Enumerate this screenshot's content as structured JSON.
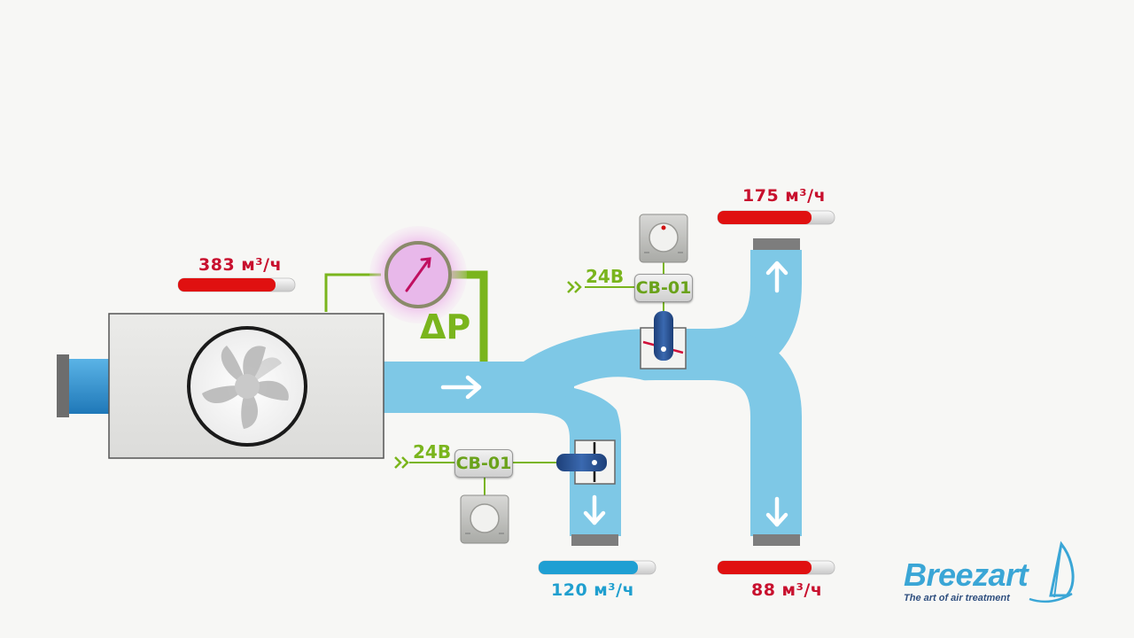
{
  "diagram": {
    "flows": {
      "main": {
        "value": "383 м³/ч",
        "level": 0.83,
        "color": "#e01010"
      },
      "top_branch": {
        "value": "175 м³/ч",
        "level": 0.8,
        "color": "#e01010"
      },
      "bottom_right": {
        "value": "88 м³/ч",
        "level": 0.8,
        "color": "#e01010"
      },
      "bottom_left": {
        "value": "120 м³/ч",
        "level": 0.85,
        "color": "#1e9fd3"
      }
    },
    "controllers": [
      {
        "id": "upper",
        "label": "СВ-01",
        "voltage": "24В"
      },
      {
        "id": "lower",
        "label": "СВ-01",
        "voltage": "24В"
      }
    ],
    "pressure_label": "ΔP",
    "colors": {
      "duct": "#7ec8e6",
      "wire": "#7ab51d",
      "flow_red": "#e01010",
      "flow_blue": "#1e9fd3"
    }
  },
  "brand": {
    "name": "Breezart",
    "tagline": "The art of air treatment"
  }
}
